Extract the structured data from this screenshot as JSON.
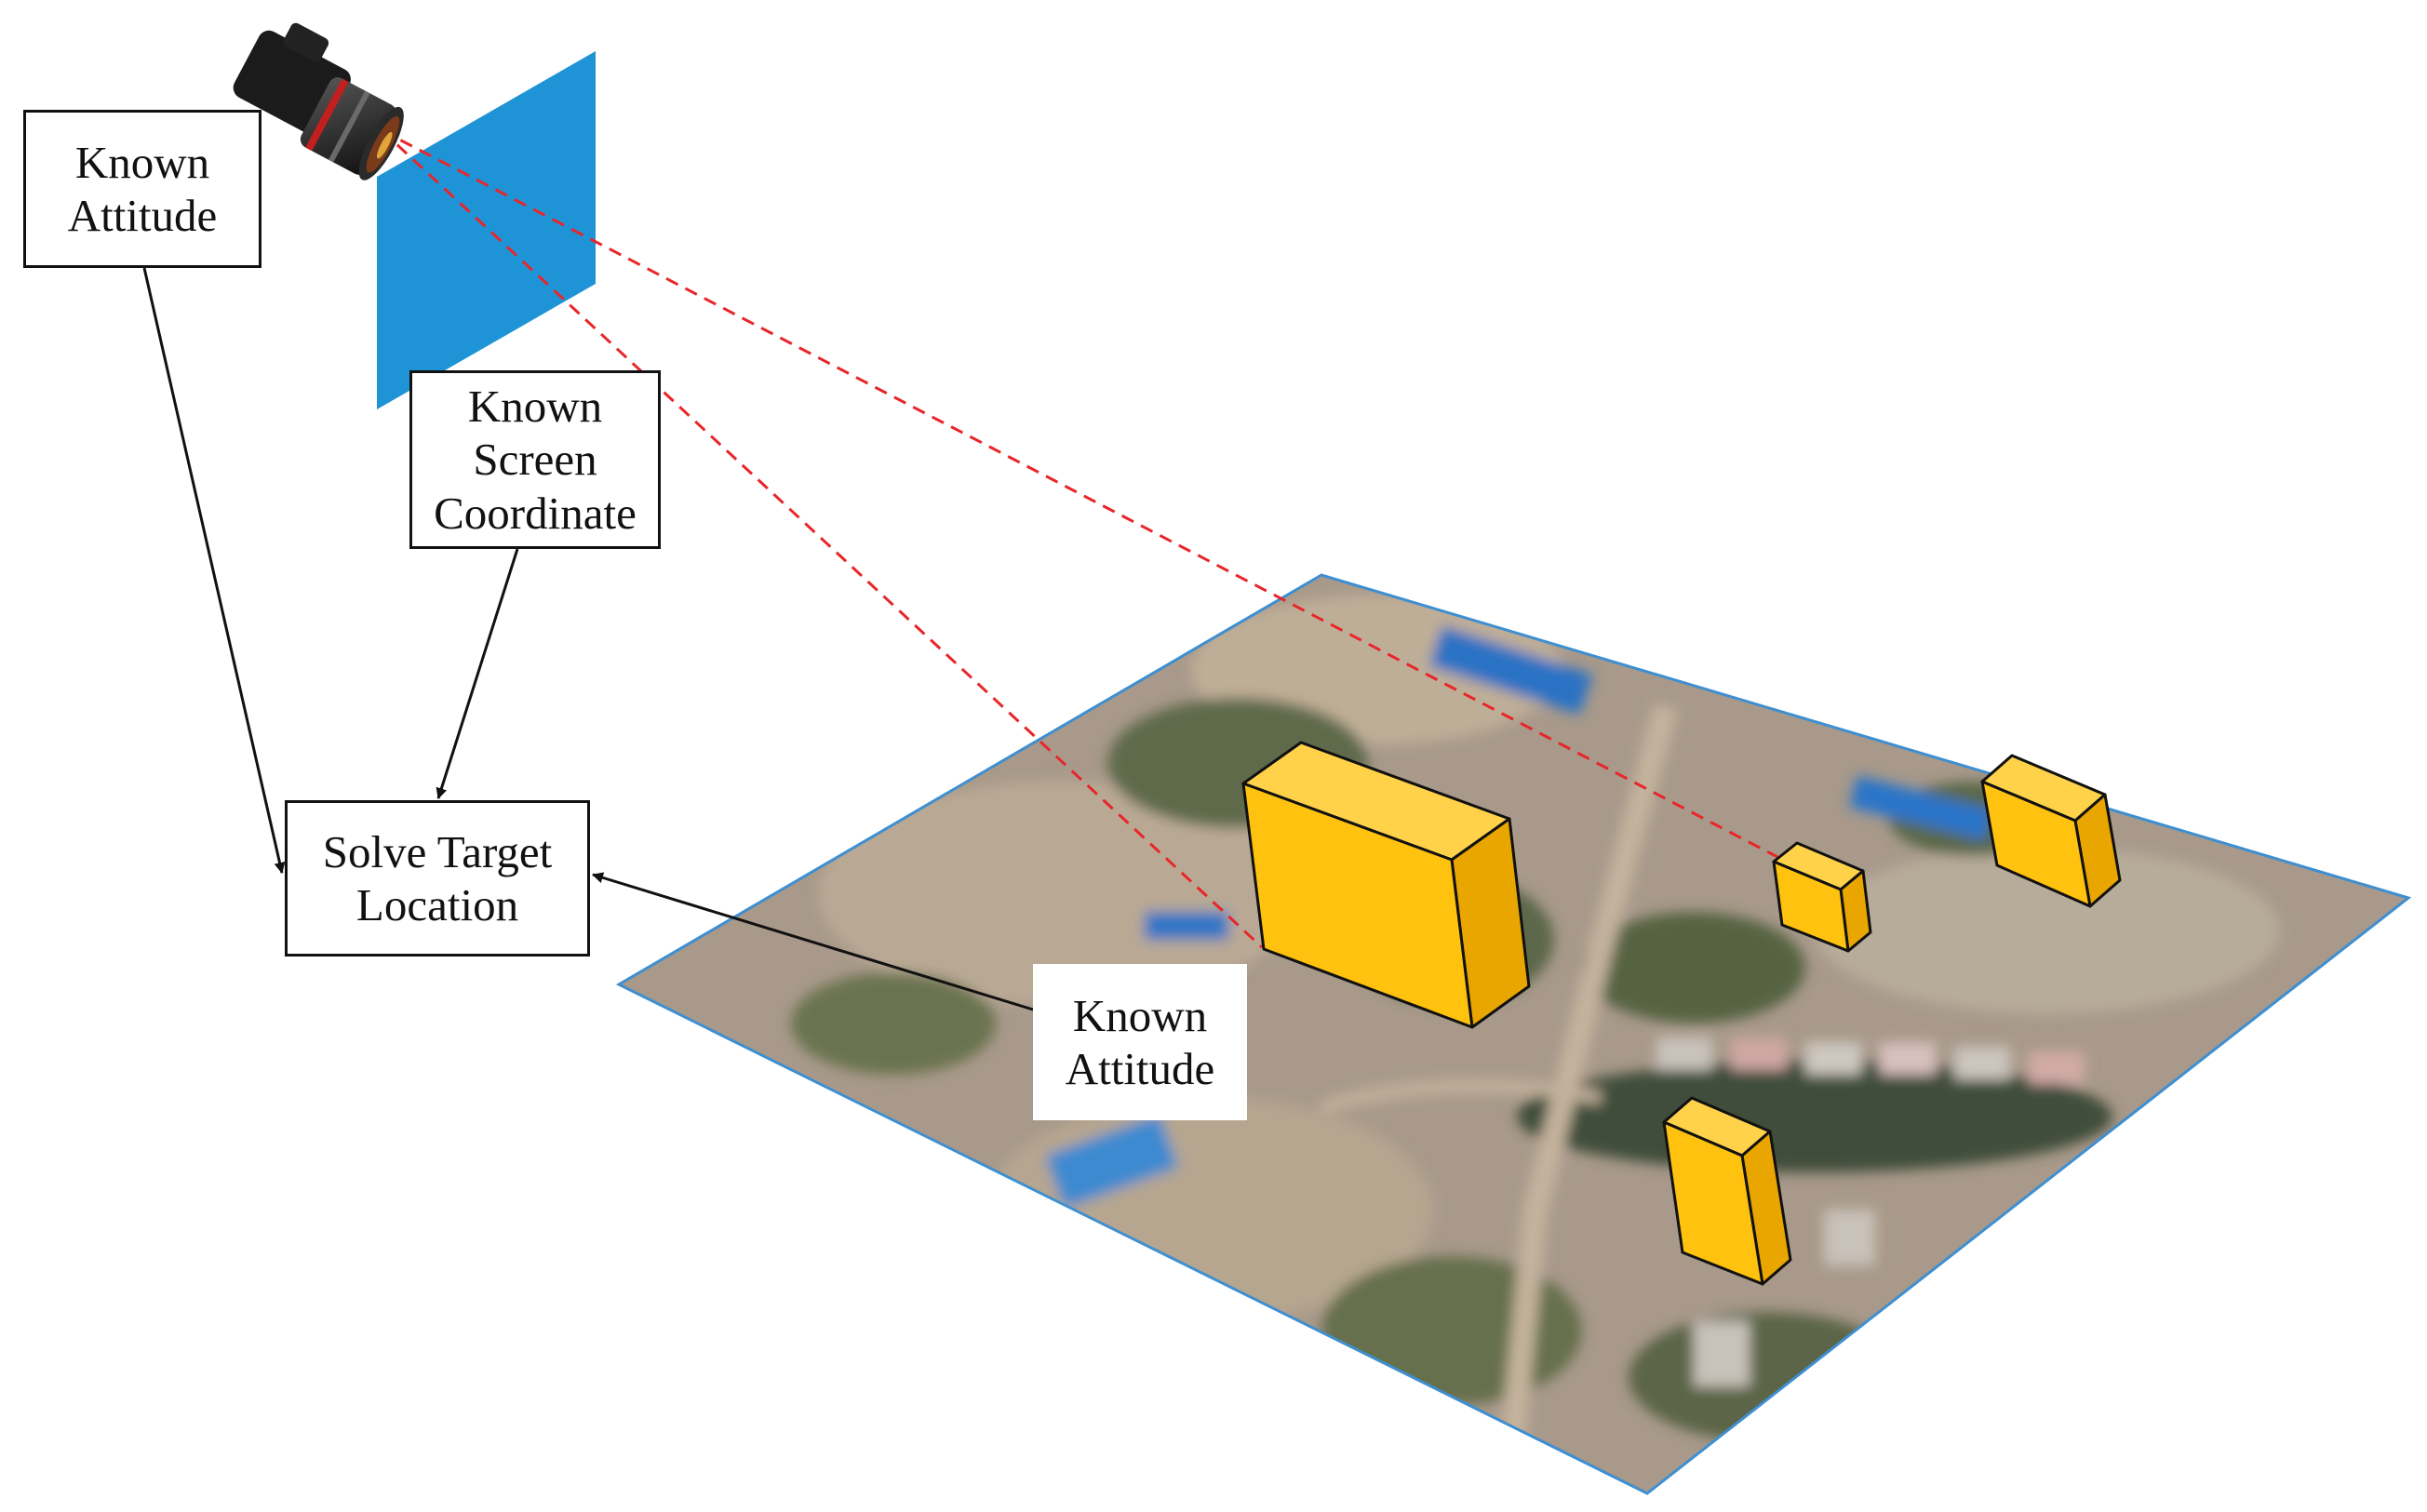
{
  "boxes": {
    "known_attitude_top": {
      "line1": "Known",
      "line2": "Attitude"
    },
    "known_screen_coordinate": {
      "line1": "Known",
      "line2": "Screen",
      "line3": "Coordinate"
    },
    "solve_target_location": {
      "line1": "Solve Target",
      "line2": "Location"
    },
    "known_attitude_map": {
      "line1": "Known",
      "line2": "Attitude"
    }
  },
  "icons": {
    "camera": "camera-icon",
    "image_plane": "image-plane",
    "terrain": "aerial-terrain-map",
    "targets": "target-box"
  },
  "colors": {
    "image_plane": "#1e94d6",
    "sight_lines": "#e8262a",
    "target_fill": "#ffc20e",
    "target_side": "#e9a600",
    "target_top": "#ffd24a",
    "arrows": "#111111"
  }
}
